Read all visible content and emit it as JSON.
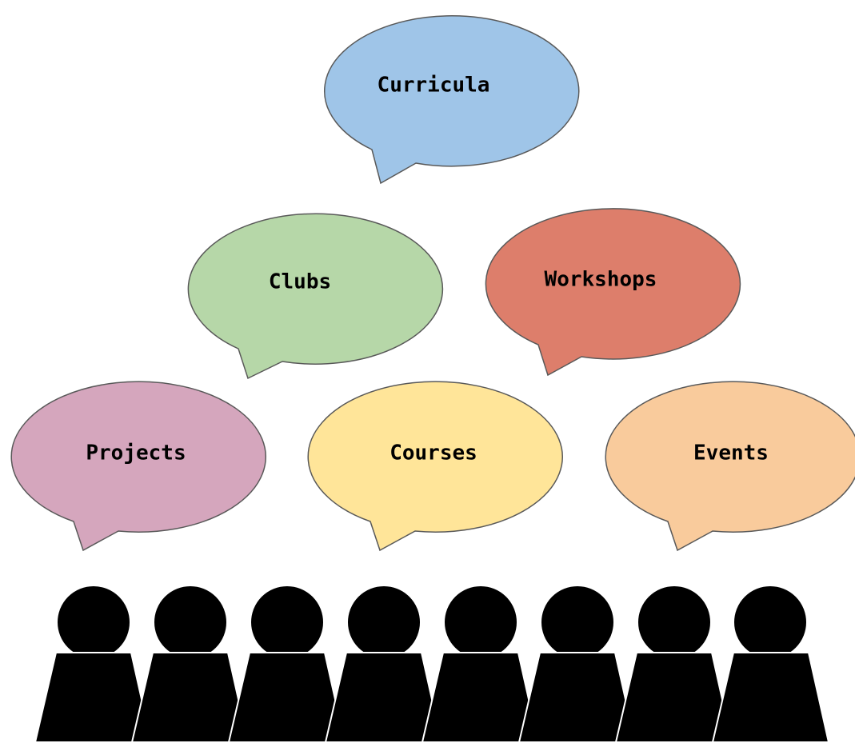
{
  "bubbles": [
    {
      "id": "curricula",
      "label": "Curricula",
      "color": "#9fc5e8"
    },
    {
      "id": "clubs",
      "label": "Clubs",
      "color": "#b6d7a8"
    },
    {
      "id": "workshops",
      "label": "Workshops",
      "color": "#dd7e6b"
    },
    {
      "id": "projects",
      "label": "Projects",
      "color": "#d5a6bd"
    },
    {
      "id": "courses",
      "label": "Courses",
      "color": "#ffe599"
    },
    {
      "id": "events",
      "label": "Events",
      "color": "#f9cb9c"
    }
  ],
  "people": {
    "count": 8,
    "color": "#000000"
  },
  "stroke_color": "#595959"
}
